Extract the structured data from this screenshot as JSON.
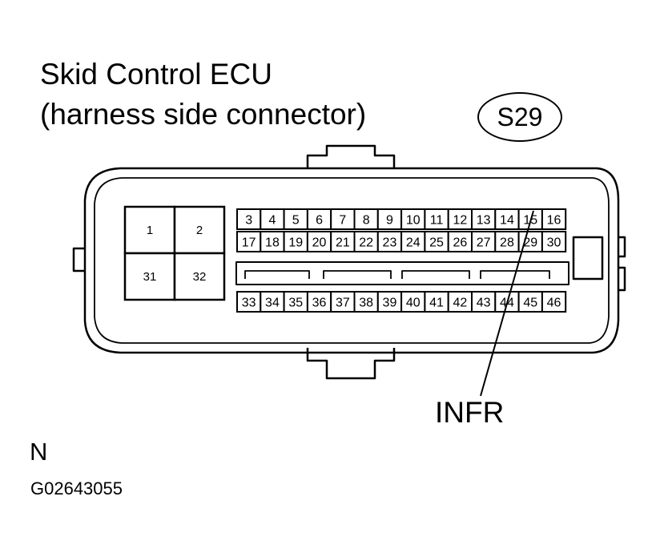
{
  "title_line1": "Skid Control ECU",
  "title_line2": "(harness side connector)",
  "connector_code": "S29",
  "callout_label": "INFR",
  "orientation_mark": "N",
  "figure_code": "G02643055",
  "large_terminals": [
    "1",
    "2",
    "31",
    "32"
  ],
  "top_row": [
    "3",
    "4",
    "5",
    "6",
    "7",
    "8",
    "9",
    "10",
    "11",
    "12",
    "13",
    "14",
    "15",
    "16"
  ],
  "middle_row": [
    "17",
    "18",
    "19",
    "20",
    "21",
    "22",
    "23",
    "24",
    "25",
    "26",
    "27",
    "28",
    "29",
    "30"
  ],
  "bottom_row": [
    "33",
    "34",
    "35",
    "36",
    "37",
    "38",
    "39",
    "40",
    "41",
    "42",
    "43",
    "44",
    "45",
    "46"
  ],
  "highlighted_terminal": "15"
}
